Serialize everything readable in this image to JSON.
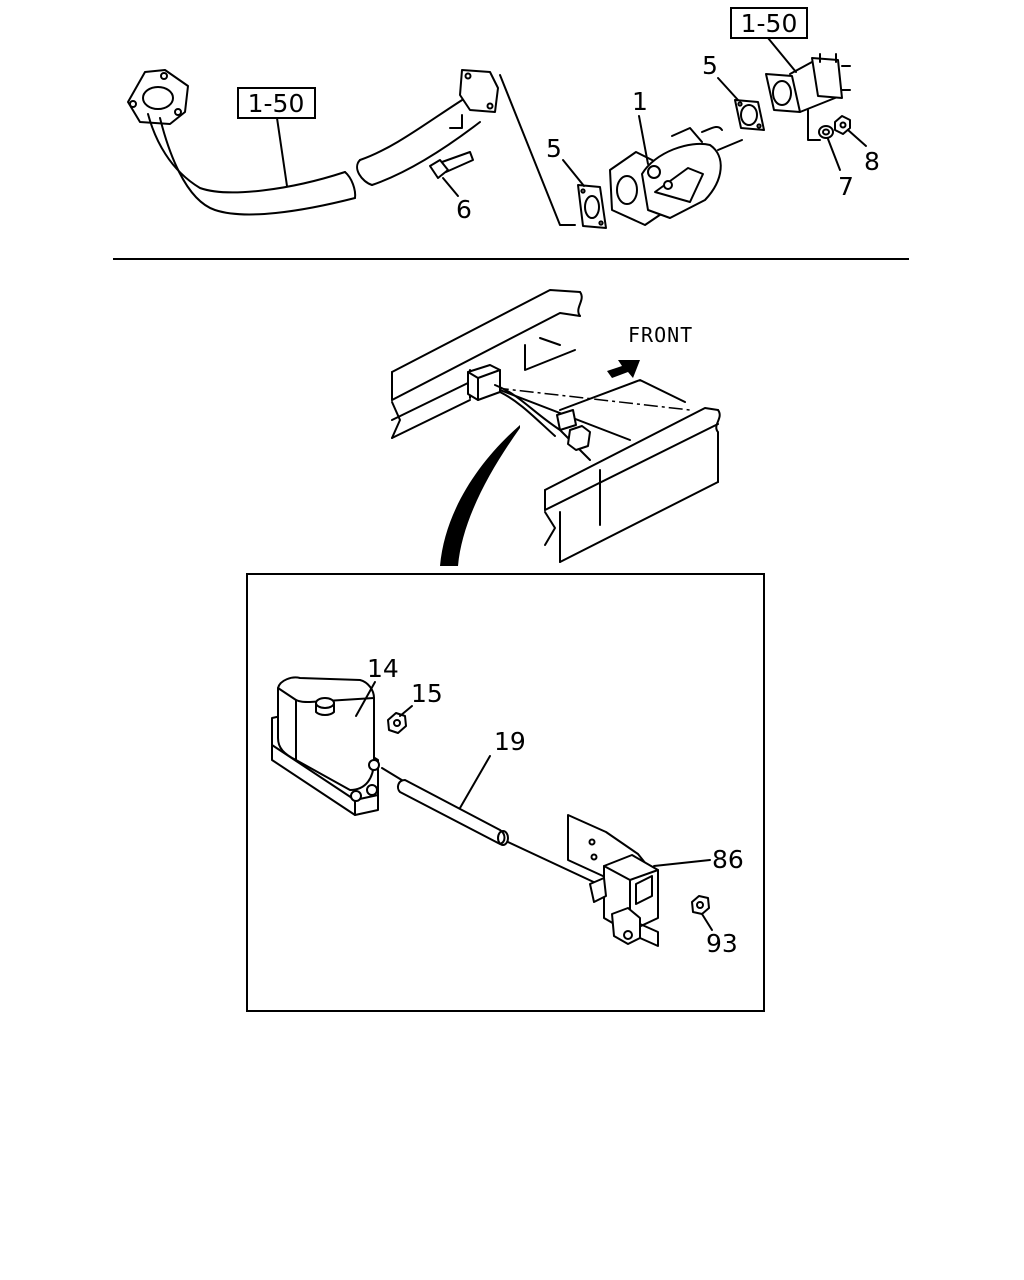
{
  "diagram": {
    "top_section": {
      "references": {
        "left": "1-50",
        "right": "1-50"
      },
      "callouts": {
        "c1": "1",
        "c5a": "5",
        "c5b": "5",
        "c6": "6",
        "c7": "7",
        "c8": "8"
      }
    },
    "frame_view": {
      "direction_label": "FRONT"
    },
    "detail_view": {
      "callouts": {
        "c14": "14",
        "c15": "15",
        "c19": "19",
        "c86": "86",
        "c93": "93"
      }
    }
  }
}
